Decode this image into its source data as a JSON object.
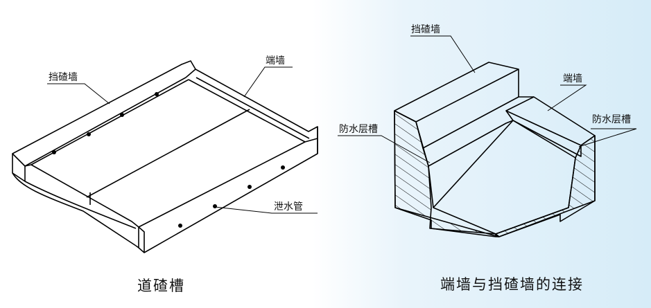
{
  "left_figure": {
    "labels": {
      "ballast_retaining_wall": "挡碴墙",
      "end_wall": "端墙",
      "drain_pipe": "泄水管"
    },
    "caption": "道碴槽"
  },
  "right_figure": {
    "labels": {
      "ballast_retaining_wall": "挡碴墙",
      "end_wall": "端墙",
      "waterproof_groove_left": "防水层槽",
      "waterproof_groove_right": "防水层槽"
    },
    "caption": "端墙与挡碴墙的连接"
  },
  "colors": {
    "line": "#000000",
    "background_left": "#ffffff",
    "background_right": "#d6ecf8"
  }
}
